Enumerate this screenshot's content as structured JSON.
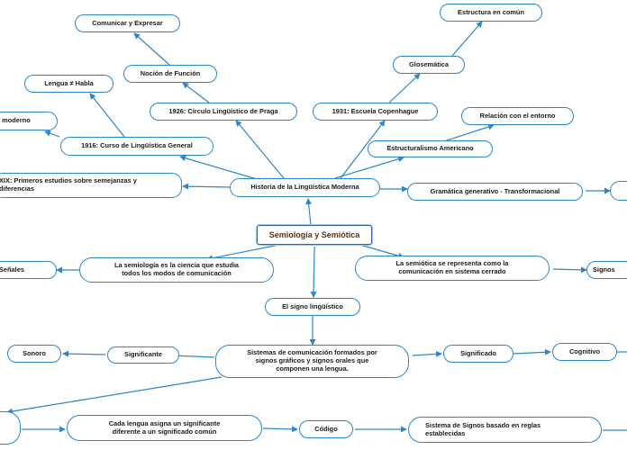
{
  "central": "Semiología y Semiótica",
  "nodes": {
    "historia": "Historia de la Lingüística Moderna",
    "siglo_xix": "XIX: Primeros estudios sobre semejanzas y\ndiferencias",
    "saussure_1916": "1916: Curso de Lingüística General",
    "mo_moderno": "mo moderno",
    "lengua_habla": "Lengua  ≠  Habla",
    "praga_1926": "1926: Círculo Lingüístico de Praga",
    "nocion_funcion": "Noción de Función",
    "comunicar": "Comunicar y Expresar",
    "copenhague_1931": "1931: Escuela Copenhague",
    "glosematica": "Glosemática",
    "estructura_comun": "Estructura en común",
    "estructuralismo": "Estructuralismo Americano",
    "relacion_entorno": "Relación con el entorno",
    "gramatica": "Gramática generativo - Transformacional",
    "semiologia_def": "La semiología es la ciencia que estudia\ntodos los modos de comunicación",
    "senales": "Señales",
    "semiotica_def": "La semiótica se representa como la\ncomunicación en sistema cerrado",
    "signos": "Signos",
    "signo_linguistico": "El signo lingüístico",
    "sistemas": "Sistemas de comunicación formados por\nsignos gráficos y signos orales que\ncomponen una lengua.",
    "significante": "Significante",
    "sonoro": "Sonoro",
    "significado": "Significado",
    "cognitivo": "Cognitivo",
    "cada_lengua": "Cada lengua asigna un significante\ndiferente a un significado común",
    "codigo": "Código",
    "sistema_signos": "Sistema de Signos basado en reglas\nestablecidas"
  }
}
